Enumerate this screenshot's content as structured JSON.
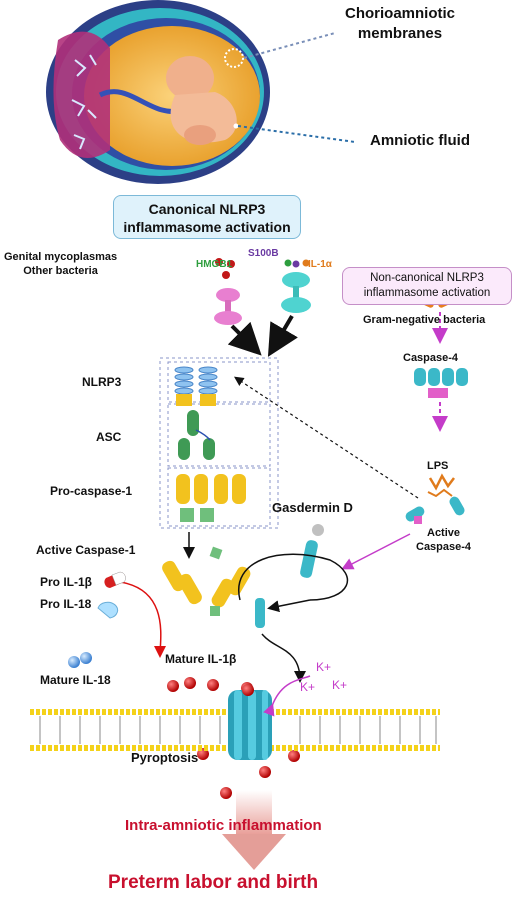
{
  "uterus_labels": {
    "membranes": "Chorioamniotic\nmembranes",
    "fluid": "Amniotic fluid"
  },
  "canonical": {
    "title": "Canonical NLRP3\ninflammasome activation",
    "pathogens": "Genital mycoplasmas\nOther bacteria",
    "hmgb1": "HMGB1",
    "s100b": "S100B",
    "il1a": "IL-1α"
  },
  "complex": {
    "nlrp3": "NLRP3",
    "asc": "ASC",
    "procasp": "Pro-caspase-1",
    "active_casp1": "Active Caspase-1"
  },
  "cytokines": {
    "pro_il1b": "Pro IL-1β",
    "pro_il18": "Pro IL-18",
    "mature_il1b": "Mature IL-1β",
    "mature_il18": "Mature IL-18"
  },
  "noncanonical": {
    "title": "Non-canonical NLRP3\ninflammasome activation",
    "bacteria": "Gram-negative bacteria",
    "caspase4": "Caspase-4",
    "lps": "LPS",
    "active_casp4": "Active\nCaspase-4"
  },
  "gasdermin": "Gasdermin D",
  "ions": {
    "k1": "K+",
    "k2": "K+",
    "k3": "K+"
  },
  "pyroptosis": "Pyroptosis",
  "outcome": {
    "inflammation": "Intra-amniotic inflammation",
    "birth": "Preterm labor and birth"
  },
  "colors": {
    "canonical_box": "#dff2fb",
    "noncanonical_box": "#fbeafb",
    "red_text": "#c8102e",
    "hmgb1": "#2e9e3e",
    "s100b": "#6a3aa2",
    "il1a": "#e07b1c",
    "magenta": "#c43cc9"
  }
}
